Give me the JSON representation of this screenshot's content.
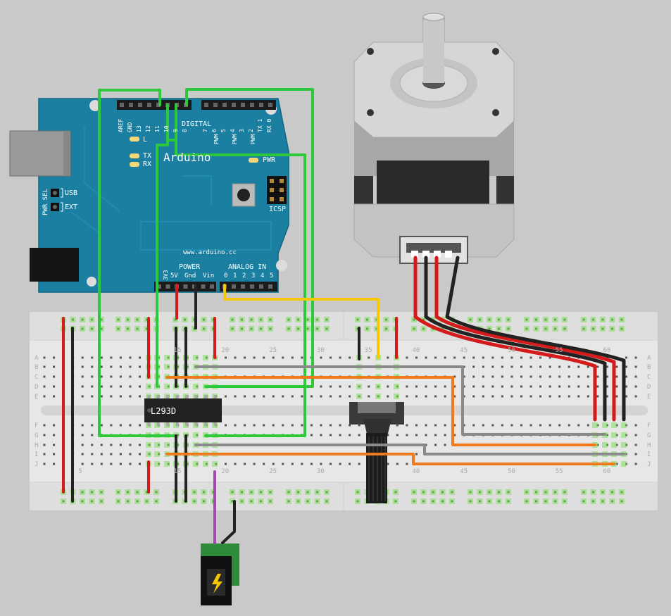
{
  "arduino": {
    "brand": "Arduino",
    "url": "www.arduino.cc",
    "digital_label": "DIGITAL",
    "digital_pins_left": [
      "AREF",
      "GND",
      "13",
      "12",
      "11",
      "10",
      "9",
      "8"
    ],
    "digital_pins_right": [
      "7",
      "6",
      "5",
      "4",
      "3",
      "2",
      "TX 1",
      "RX 0"
    ],
    "pwm_label": "PWM",
    "led_l": "L",
    "led_tx": "TX",
    "led_rx": "RX",
    "led_pwr": "PWR",
    "icsp": "ICSP",
    "pwr_sel": "PWR SEL",
    "usb": "USB",
    "ext": "EXT",
    "power_label": "POWER",
    "power_pins": [
      "3V3",
      "5V",
      "Gnd",
      "Vin"
    ],
    "analog_label": "ANALOG IN",
    "analog_pins": [
      "0",
      "1",
      "2",
      "3",
      "4",
      "5"
    ]
  },
  "breadboard": {
    "row_letters": [
      "A",
      "B",
      "C",
      "D",
      "E",
      "F",
      "G",
      "H",
      "I",
      "J"
    ],
    "column_numbers": [
      "15",
      "20",
      "25",
      "30",
      "35",
      "40",
      "45",
      "50",
      "55",
      "60"
    ],
    "column_numbers_bottom": [
      "5",
      "15",
      "20",
      "25",
      "30",
      "40",
      "45",
      "50",
      "55",
      "60"
    ]
  },
  "chip": {
    "label": "L293D"
  },
  "colors": {
    "board_blue": "#1a7fa0",
    "breadboard": "#e9e9e9",
    "wire_green": "#2ec93a",
    "wire_red": "#d41a1a",
    "wire_black": "#222222",
    "wire_orange": "#f07a1a",
    "wire_yellow": "#f5c800",
    "wire_gray": "#8a8a8a",
    "wire_purple": "#a04aaa"
  }
}
